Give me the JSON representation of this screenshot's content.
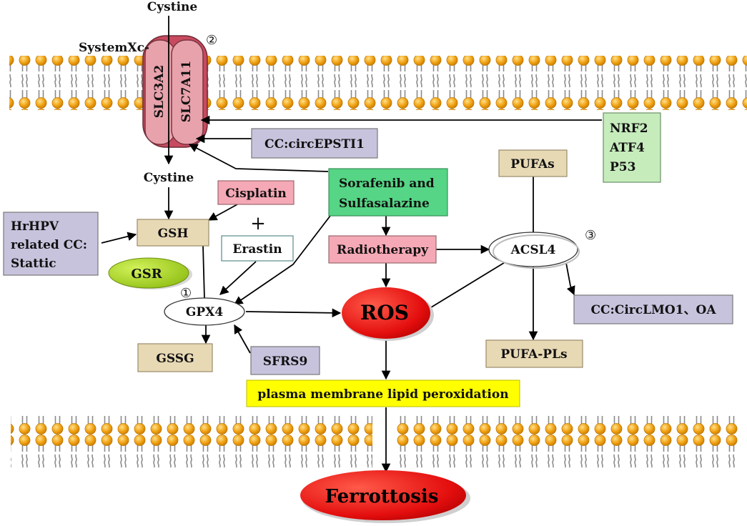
{
  "labels": {
    "cystine_top": "Cystine",
    "cystine_mid": "Cystine",
    "system_xc": "SystemXc-",
    "slc3a2": "SLC3A2",
    "slc7a11": "SLC7A11",
    "gsh": "GSH",
    "gsr": "GSR",
    "gpx4": "GPX4",
    "gssg": "GSSG",
    "sfrs9": "SFRS9",
    "cisplatin": "Cisplatin",
    "plus": "+",
    "erastin": "Erastin",
    "hrhpv_lines": [
      "HrHPV",
      "related CC:",
      "Stattic"
    ],
    "circepsti1": "CC:circEPSTI1",
    "sorafenib_lines": [
      "Sorafenib and",
      "Sulfasalazine"
    ],
    "radiotherapy": "Radiotherapy",
    "ros": "ROS",
    "pufas": "PUFAs",
    "acsl4": "ACSL4",
    "pufa_pls": "PUFA-PLs",
    "circlmo1": "CC:CircLMO1、OA",
    "nrf2_lines": [
      "NRF2",
      "ATF4",
      "P53"
    ],
    "lipid_perox": "plasma membrane lipid peroxidation",
    "ferroptosis": "Ferrottosis"
  },
  "markers": {
    "one": "①",
    "two": "②",
    "three": "③"
  },
  "colors": {
    "tan_box": "#e8d9b5",
    "pink_box": "#f5a8b5",
    "lavender_box": "#c8c3dd",
    "green_box": "#55d585",
    "light_green_box": "#c6ecbc",
    "yellow_box": "#ffff00",
    "ros_red": "#ee1111",
    "gsr_green": "#a6d21e",
    "lipid_head": "#f0a010",
    "transporter": "#e2929c"
  }
}
